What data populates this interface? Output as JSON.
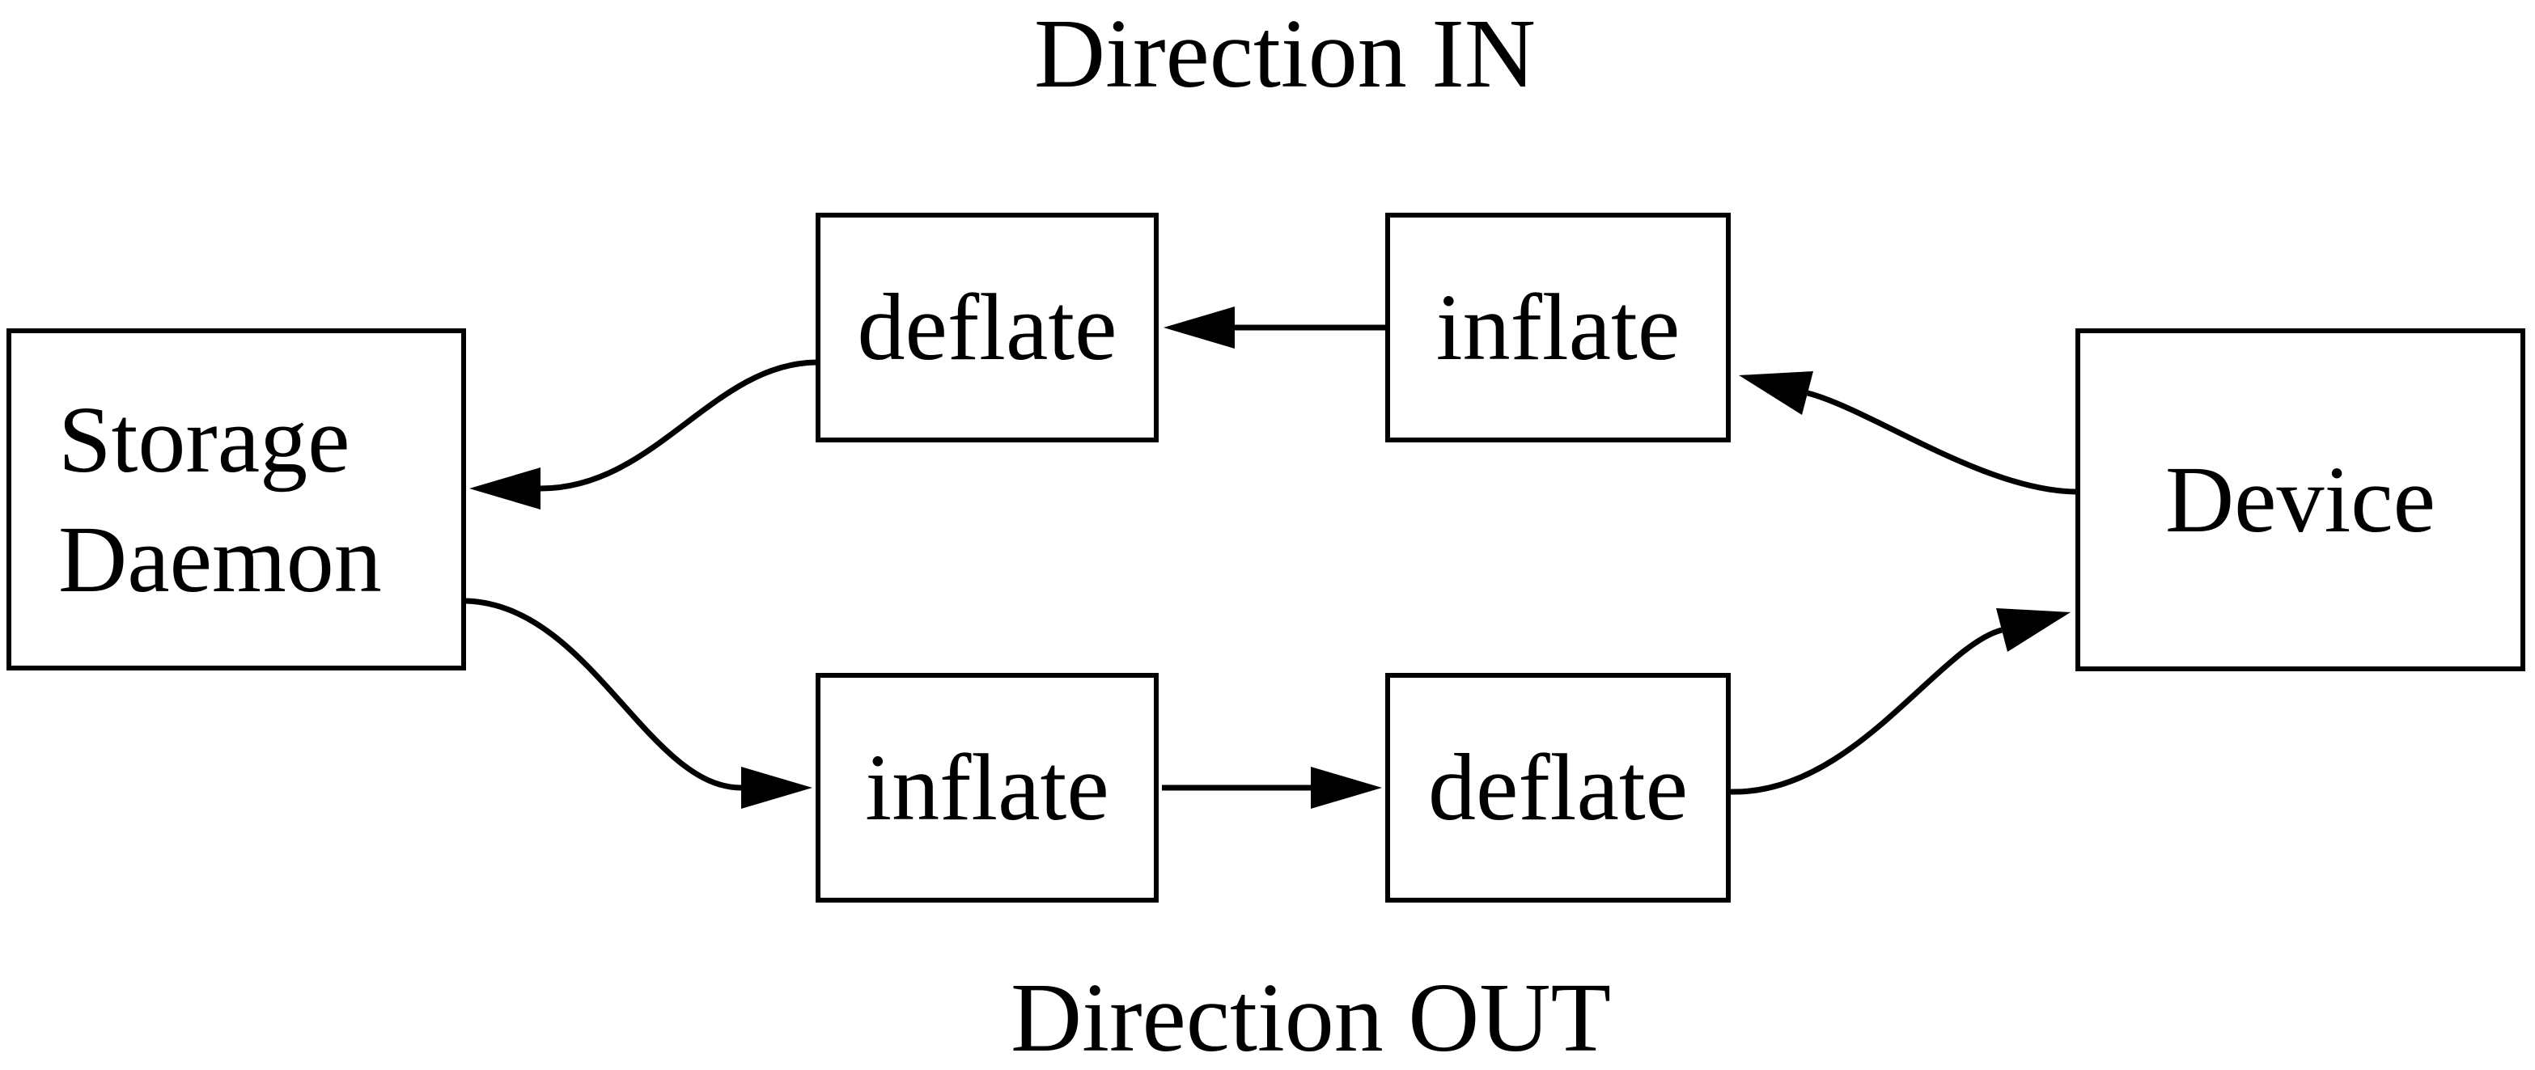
{
  "titles": {
    "direction_in": "Direction IN",
    "direction_out": "Direction OUT"
  },
  "boxes": {
    "storage_daemon": {
      "line1": "Storage",
      "line2": "Daemon"
    },
    "device": {
      "label": "Device"
    },
    "in_deflate": {
      "label": "deflate"
    },
    "in_inflate": {
      "label": "inflate"
    },
    "out_inflate": {
      "label": "inflate"
    },
    "out_deflate": {
      "label": "deflate"
    }
  },
  "connections": [
    {
      "from": "device",
      "to": "in_inflate",
      "flow": "IN"
    },
    {
      "from": "in_inflate",
      "to": "in_deflate",
      "flow": "IN"
    },
    {
      "from": "in_deflate",
      "to": "storage_daemon",
      "flow": "IN"
    },
    {
      "from": "storage_daemon",
      "to": "out_inflate",
      "flow": "OUT"
    },
    {
      "from": "out_inflate",
      "to": "out_deflate",
      "flow": "OUT"
    },
    {
      "from": "out_deflate",
      "to": "device",
      "flow": "OUT"
    }
  ],
  "colors": {
    "line": "#000000",
    "text": "#000000",
    "background": "#ffffff"
  }
}
